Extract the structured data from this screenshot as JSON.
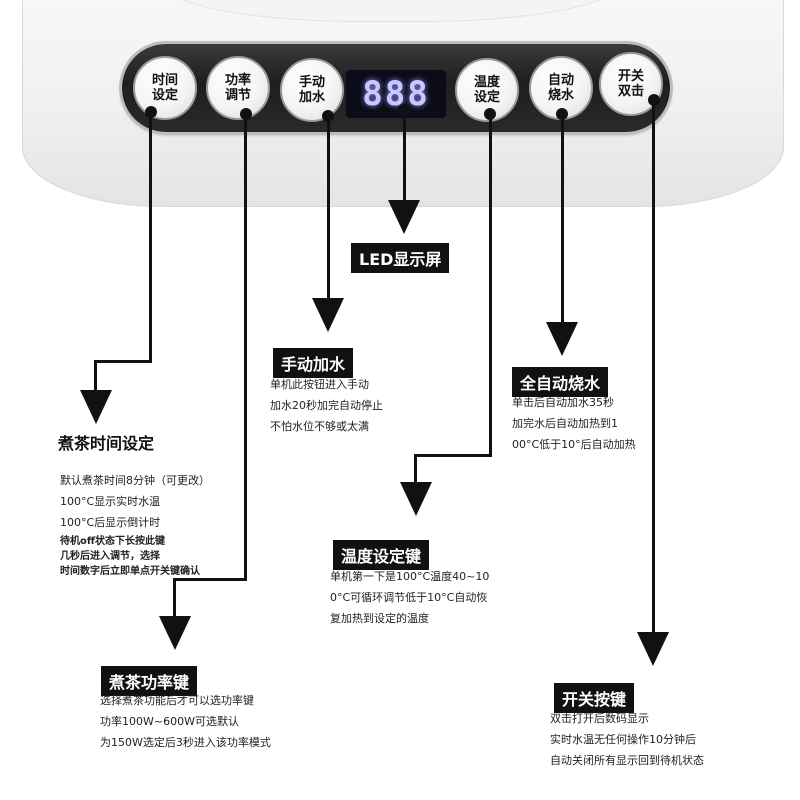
{
  "panel": {
    "buttons": [
      {
        "id": "time",
        "label": "时间\n设定"
      },
      {
        "id": "power",
        "label": "功率\n调节"
      },
      {
        "id": "manual",
        "label": "手动\n加水"
      },
      {
        "id": "temp",
        "label": "温度\n设定"
      },
      {
        "id": "auto",
        "label": "自动\n烧水"
      },
      {
        "id": "onoff",
        "label": "开关\n双击"
      }
    ],
    "led_display": "888"
  },
  "callouts": {
    "led": {
      "title": "LED显示屏"
    },
    "manual": {
      "title": "手动加水",
      "lines": [
        "单机此按钮进入手动",
        "加水20秒加完自动停止",
        "不怕水位不够或太满"
      ]
    },
    "auto": {
      "title": "全自动烧水",
      "lines": [
        "单击后自动加水35秒",
        "加完水后自动加热到1",
        "00°C低于10°后自动加热"
      ]
    },
    "time": {
      "title": "煮茶时间设定",
      "lines": [
        "默认煮茶时间8分钟（可更改）",
        "100°C显示实时水温",
        "100°C后显示倒计时"
      ],
      "note_lines": [
        "待机off状态下长按此键",
        "几秒后进入调节，选择",
        "时间数字后立即单点开关键确认"
      ]
    },
    "temp": {
      "title": "温度设定键",
      "lines": [
        "单机第一下是100°C温度40~10",
        "0°C可循环调节低于10°C自动恢",
        "复加热到设定的温度"
      ]
    },
    "power": {
      "title": "煮茶功率键",
      "lines": [
        "选择煮茶功能后才可以选功率键",
        "功率100W~600W可选默认",
        "为150W选定后3秒进入该功率模式"
      ]
    },
    "onoff": {
      "title": "开关按键",
      "lines": [
        "双击打开后数码显示",
        "实时水温无任何操作10分钟后",
        "自动关闭所有显示回到待机状态"
      ]
    }
  }
}
